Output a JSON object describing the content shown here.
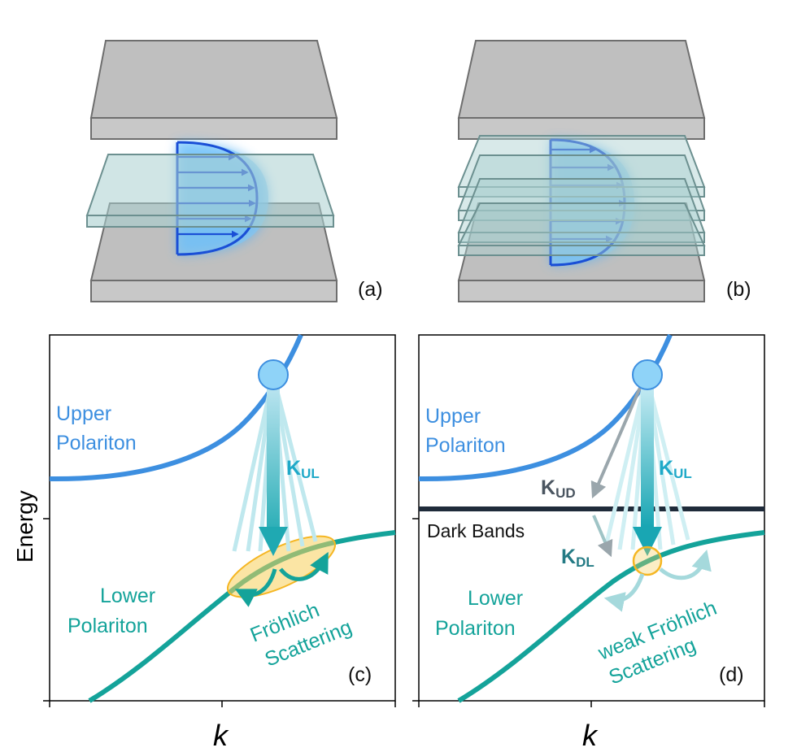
{
  "panels": {
    "a": {
      "label": "(a)"
    },
    "b": {
      "label": "(b)"
    },
    "c": {
      "label": "(c)",
      "upper_line1": "Upper",
      "upper_line2": "Polariton",
      "lower_line1": "Lower",
      "lower_line2": "Polariton",
      "rate_main": "K",
      "rate_sub": "UL",
      "scatter_line1": "Fröhlich",
      "scatter_line2": "Scattering",
      "xlabel": "k",
      "ylabel": "Energy"
    },
    "d": {
      "label": "(d)",
      "upper_line1": "Upper",
      "upper_line2": "Polariton",
      "lower_line1": "Lower",
      "lower_line2": "Polariton",
      "dark_bands": "Dark Bands",
      "rate_ul_main": "K",
      "rate_ul_sub": "UL",
      "rate_ud_main": "K",
      "rate_ud_sub": "UD",
      "rate_dl_main": "K",
      "rate_dl_sub": "DL",
      "scatter_line1": "weak Fröhlich",
      "scatter_line2": "Scattering",
      "xlabel": "k"
    }
  },
  "colors": {
    "upper_polariton": "#3d8fe0",
    "lower_polariton": "#14a39a",
    "dark_band": "#1f2b3a",
    "mirror": "#bfbfbf",
    "layer": "#a9cfcf",
    "field": "#1a4fd6",
    "highlight": "#f5b622"
  }
}
